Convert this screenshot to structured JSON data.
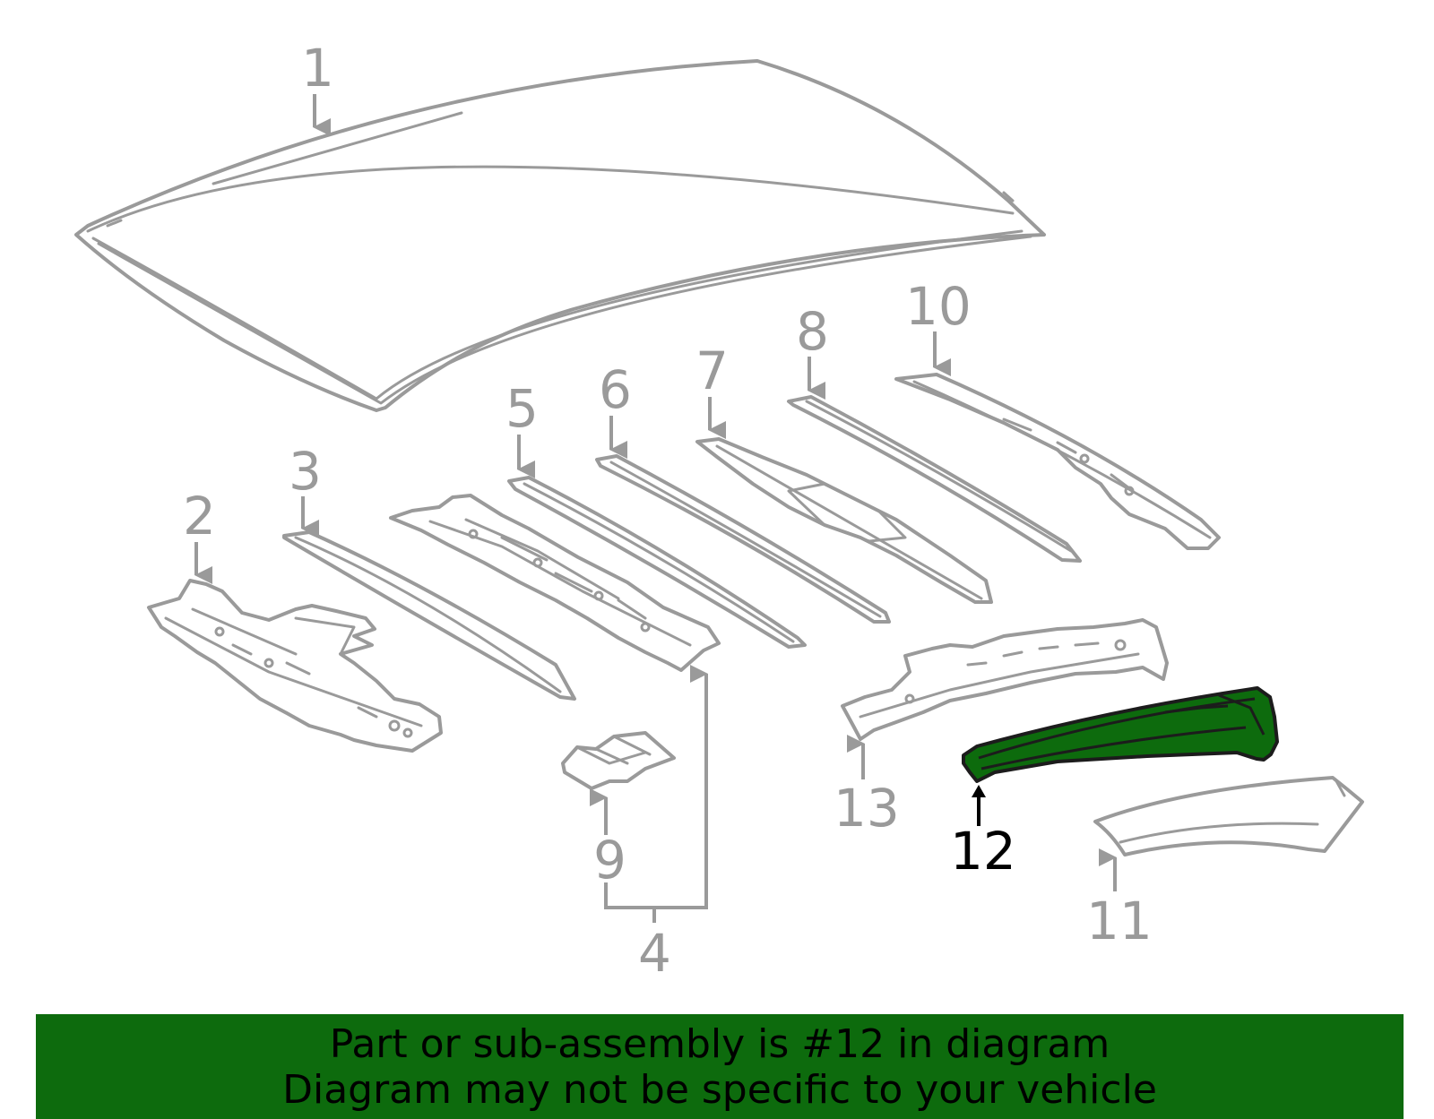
{
  "diagram": {
    "selected_part": "12",
    "highlight_color": "#0d6b0d",
    "line_color": "#9a9a9a",
    "callouts": [
      "1",
      "2",
      "3",
      "4",
      "5",
      "6",
      "7",
      "8",
      "9",
      "10",
      "11",
      "12",
      "13"
    ]
  },
  "banner": {
    "line1": "Part or sub-assembly is #12 in diagram",
    "line2": "Diagram may not be specific to your vehicle",
    "background": "#0d6b0d"
  }
}
